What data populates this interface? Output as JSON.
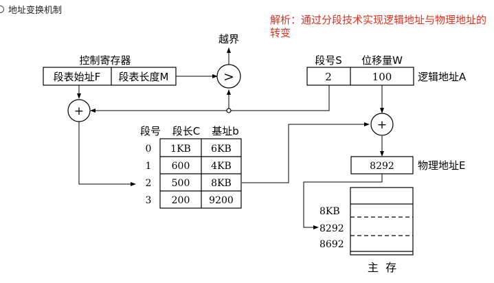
{
  "header": {
    "title": "地址变换机制"
  },
  "analysis": "解析：通过分段技术实现逻辑地址与物理地址的转变",
  "diagram": {
    "overflow_label": "越界",
    "compare_symbol": ">",
    "plus_symbol": "+",
    "control_register": {
      "title": "控制寄存器",
      "start_field": "段表始址F",
      "length_field": "段表长度M"
    },
    "logical_address": {
      "segment_header": "段号S",
      "offset_header": "位移量W",
      "segment_value": "2",
      "offset_value": "100",
      "label": "逻辑地址A"
    },
    "segment_table": {
      "headers": [
        "段号",
        "段长C",
        "基址b"
      ],
      "rows": [
        {
          "seg": "0",
          "length": "1KB",
          "base": "6KB"
        },
        {
          "seg": "1",
          "length": "600",
          "base": "4KB"
        },
        {
          "seg": "2",
          "length": "500",
          "base": "8KB"
        },
        {
          "seg": "3",
          "length": "200",
          "base": "9200"
        }
      ]
    },
    "physical_address": {
      "value": "8292",
      "label": "物理地址E"
    },
    "memory": {
      "marks": [
        "8KB",
        "8292",
        "8692"
      ],
      "label": "主  存"
    }
  }
}
